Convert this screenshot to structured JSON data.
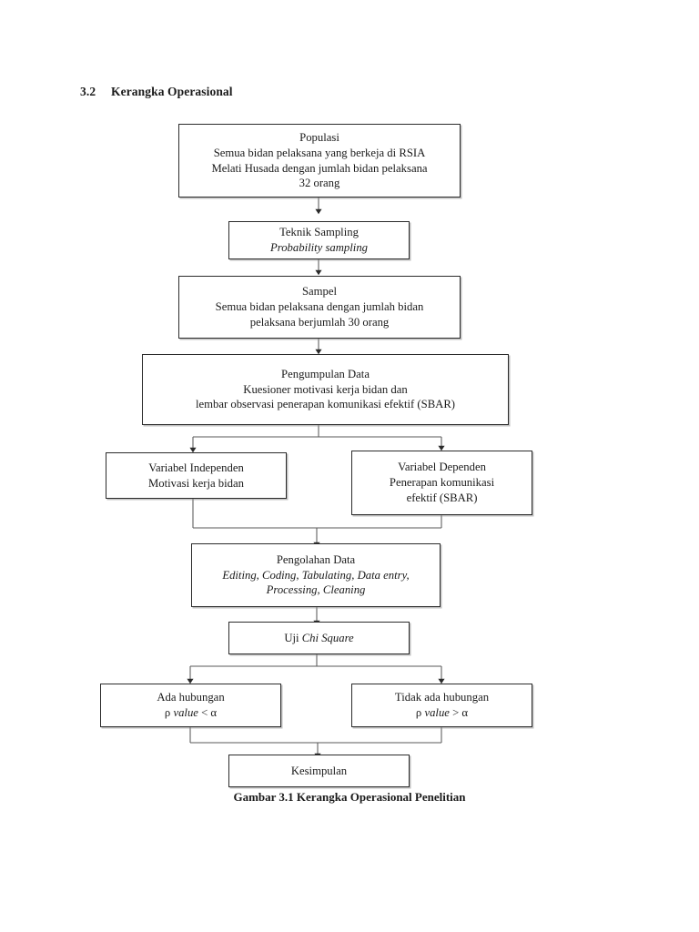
{
  "heading": {
    "number": "3.2",
    "title": "Kerangka Operasional"
  },
  "caption": "Gambar 3.1 Kerangka Operasional Penelitian",
  "colors": {
    "page_background": "#ffffff",
    "text": "#1a1a1a",
    "box_border": "#2b2b2b",
    "connector": "#4a4a4a"
  },
  "chart_data": {
    "type": "diagram",
    "title": "Kerangka Operasional Penelitian",
    "orientation": "top-to-bottom",
    "nodes": [
      {
        "id": "populasi",
        "lines": [
          "Populasi",
          "Semua bidan pelaksana yang berkeja di RSIA",
          "Melati Husada dengan jumlah bidan pelaksana",
          "32 orang"
        ]
      },
      {
        "id": "teknik-sampling",
        "lines": [
          "Teknik Sampling",
          "Probability sampling"
        ],
        "italic_lines": [
          1
        ]
      },
      {
        "id": "sampel",
        "lines": [
          "Sampel",
          "Semua bidan pelaksana dengan jumlah bidan",
          "pelaksana berjumlah 30 orang"
        ]
      },
      {
        "id": "pengumpulan-data",
        "lines": [
          "Pengumpulan Data",
          "Kuesioner motivasi kerja bidan dan",
          "lembar observasi penerapan komunikasi efektif (SBAR)"
        ]
      },
      {
        "id": "variabel-independen",
        "lines": [
          "Variabel Independen",
          "Motivasi kerja bidan"
        ]
      },
      {
        "id": "variabel-dependen",
        "lines": [
          "Variabel Dependen",
          "Penerapan komunikasi",
          "efektif (SBAR)"
        ]
      },
      {
        "id": "pengolahan-data",
        "lines": [
          "Pengolahan Data",
          "Editing, Coding, Tabulating, Data entry,",
          "Processing, Cleaning"
        ],
        "italic_lines": [
          1,
          2
        ]
      },
      {
        "id": "uji-chi-square",
        "lines": [
          "Uji Chi Square"
        ],
        "parts": [
          "Uji ",
          "Chi Square"
        ]
      },
      {
        "id": "ada-hubungan",
        "lines": [
          "Ada hubungan",
          "ρ value < α"
        ]
      },
      {
        "id": "tidak-ada-hubungan",
        "lines": [
          "Tidak ada hubungan",
          "ρ value > α"
        ]
      },
      {
        "id": "kesimpulan",
        "lines": [
          "Kesimpulan"
        ]
      }
    ],
    "edges": [
      {
        "from": "populasi",
        "to": "teknik-sampling"
      },
      {
        "from": "teknik-sampling",
        "to": "sampel"
      },
      {
        "from": "sampel",
        "to": "pengumpulan-data"
      },
      {
        "from": "pengumpulan-data",
        "to": "variabel-independen"
      },
      {
        "from": "pengumpulan-data",
        "to": "variabel-dependen"
      },
      {
        "from": "variabel-independen",
        "to": "pengolahan-data"
      },
      {
        "from": "variabel-dependen",
        "to": "pengolahan-data"
      },
      {
        "from": "pengolahan-data",
        "to": "uji-chi-square"
      },
      {
        "from": "uji-chi-square",
        "to": "ada-hubungan"
      },
      {
        "from": "uji-chi-square",
        "to": "tidak-ada-hubungan"
      },
      {
        "from": "ada-hubungan",
        "to": "kesimpulan"
      },
      {
        "from": "tidak-ada-hubungan",
        "to": "kesimpulan"
      }
    ]
  },
  "nodes": {
    "populasi": {
      "l0": "Populasi",
      "l1": "Semua bidan pelaksana yang berkeja di RSIA",
      "l2": "Melati Husada dengan jumlah bidan pelaksana",
      "l3": "32 orang"
    },
    "teknik_sampling": {
      "l0": "Teknik Sampling",
      "l1": "Probability sampling"
    },
    "sampel": {
      "l0": "Sampel",
      "l1": "Semua bidan pelaksana dengan jumlah bidan",
      "l2": "pelaksana berjumlah 30 orang"
    },
    "pengumpulan_data": {
      "l0": "Pengumpulan Data",
      "l1": "Kuesioner motivasi kerja bidan dan",
      "l2": "lembar observasi penerapan komunikasi efektif (SBAR)"
    },
    "variabel_independen": {
      "l0": "Variabel Independen",
      "l1": "Motivasi kerja bidan"
    },
    "variabel_dependen": {
      "l0": "Variabel Dependen",
      "l1": "Penerapan komunikasi",
      "l2": "efektif (SBAR)"
    },
    "pengolahan_data": {
      "l0": "Pengolahan Data",
      "l1": "Editing, Coding, Tabulating, Data entry,",
      "l2": "Processing, Cleaning"
    },
    "uji_chi_square": {
      "l0a": "Uji ",
      "l0b": "Chi Square"
    },
    "ada_hubungan": {
      "l0": "Ada hubungan",
      "l1a": "ρ ",
      "l1b": "value",
      "l1c": " < α"
    },
    "tidak_ada_hubungan": {
      "l0": "Tidak ada hubungan",
      "l1a": "ρ ",
      "l1b": "value",
      "l1c": " > α"
    },
    "kesimpulan": {
      "l0": "Kesimpulan"
    }
  }
}
